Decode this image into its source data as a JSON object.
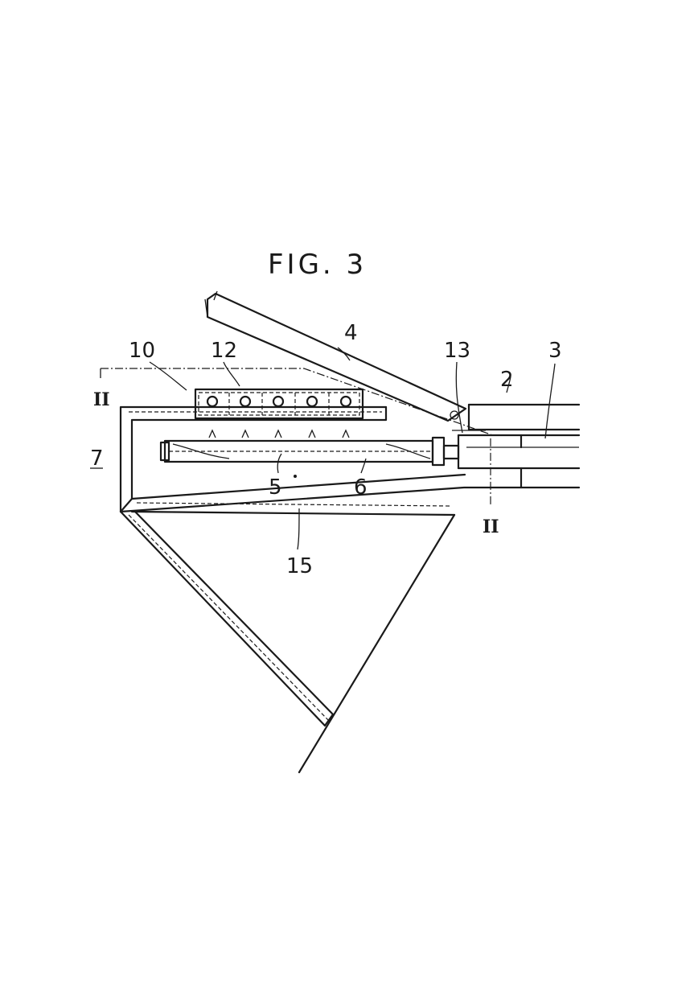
{
  "figure": {
    "title": "FIG. 3"
  },
  "labels": {
    "l10": "10",
    "l12": "12",
    "l4": "4",
    "l13": "13",
    "l3": "3",
    "l2": "2",
    "l7": "7",
    "l5": "5",
    "l6": "6",
    "l15": "15",
    "section_left": "II",
    "section_right": "II"
  }
}
